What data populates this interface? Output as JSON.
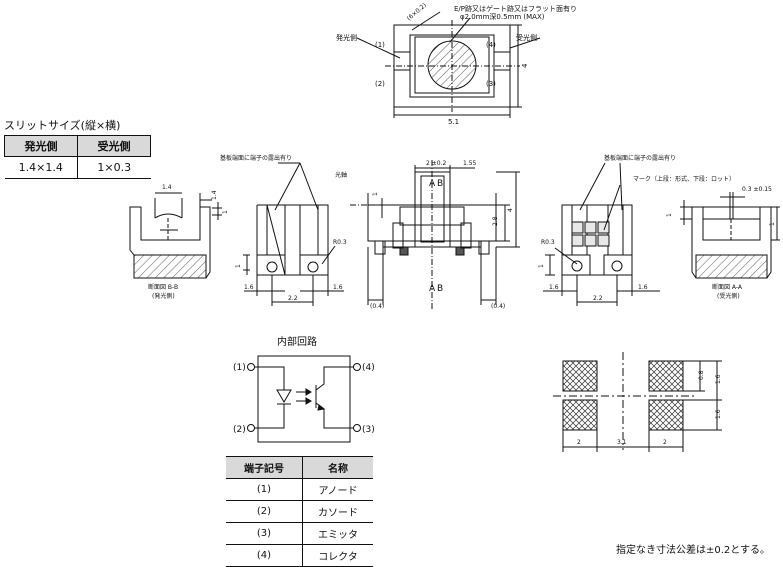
{
  "slit": {
    "title": "スリットサイズ(縦×横)",
    "headers": [
      "発光側",
      "受光側"
    ],
    "values": [
      "1.4×1.4",
      "1×0.3"
    ]
  },
  "top_view": {
    "gate_note_1": "E/P跡又はゲート跡又はフラット面有り",
    "gate_note_2": "φ2.0mm深0.5mm (MAX)",
    "corner_label": "(6×0.2)",
    "emitter_side": "発光側",
    "receiver_side": "受光側",
    "pin1": "(1)",
    "pin2": "(2)",
    "pin3": "(3)",
    "pin4": "(4)",
    "width_dim": "5.1",
    "height_dim": "4"
  },
  "section_bb": {
    "dim_top": "1.4",
    "dim_side": "1.4",
    "dim_right": "1",
    "caption_1": "断面図 B-B",
    "caption_2": "(発光側)"
  },
  "front_left": {
    "note": "基板端面に端子の露出有り",
    "radius": "R0.3",
    "dim_left": "1",
    "dim_a": "1.6",
    "dim_b": "1.6",
    "dim_c": "2.2"
  },
  "side_view": {
    "axis_label": "光軸",
    "dim_top": "2 ±0.2",
    "dim_top_right": "1.55",
    "dim_left": "1",
    "dim_2_8": "2.8",
    "dim_4": "4",
    "sec_a": "A",
    "sec_b": "B",
    "dim_bottom_left": "(0.4)",
    "dim_bottom_right": "(0.4)"
  },
  "front_right": {
    "note": "基板端面に端子の露出有り",
    "mark_note": "マーク（上段：形式、下段：ロット）",
    "radius": "R0.3",
    "dim_left": "1",
    "dim_a": "1.6",
    "dim_b": "1.6",
    "dim_c": "2.2"
  },
  "section_aa": {
    "dim_1": "0.3 ±0.15",
    "dim_2": "1",
    "dim_3": "1",
    "caption_1": "断面図 A-A",
    "caption_2": "(受光側)"
  },
  "circuit": {
    "title": "内部回路",
    "p1": "(1)",
    "p2": "(2)",
    "p3": "(3)",
    "p4": "(4)"
  },
  "pins": {
    "headers": [
      "端子記号",
      "名称"
    ],
    "rows": [
      {
        "symbol": "(1)",
        "name": "アノード"
      },
      {
        "symbol": "(2)",
        "name": "カソード"
      },
      {
        "symbol": "(3)",
        "name": "エミッタ"
      },
      {
        "symbol": "(4)",
        "name": "コレクタ"
      }
    ]
  },
  "pad_layout": {
    "dim_h_1": "0.8",
    "dim_h_2": "1.6",
    "dim_h_3": "1.6",
    "dim_w_1": "2",
    "dim_w_2": "3.1",
    "dim_w_3": "2"
  },
  "note": "指定なき寸法公差は±0.2とする。"
}
